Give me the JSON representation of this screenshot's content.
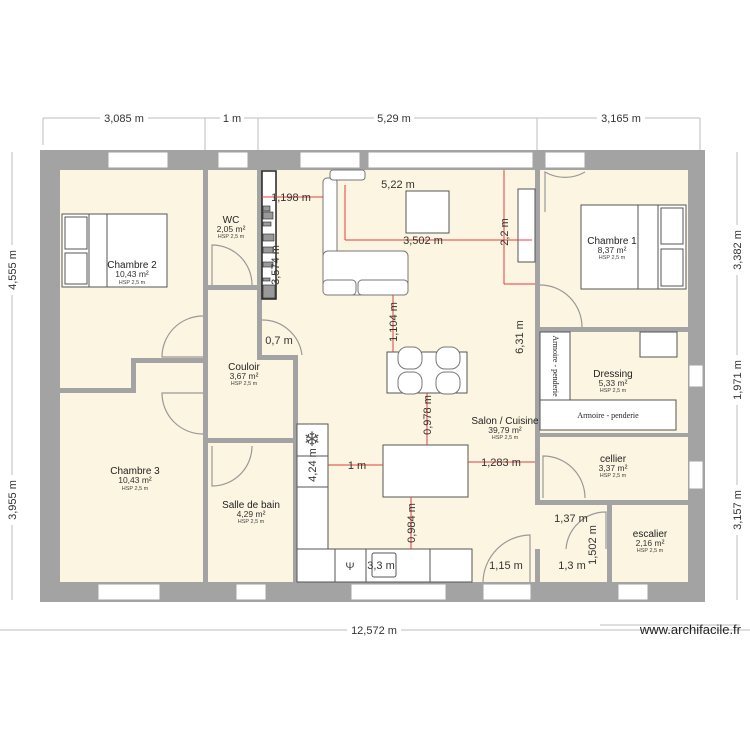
{
  "colors": {
    "wall": "#a3a3a3",
    "floor": "#fcf5e1",
    "dimension_red": "#e04040"
  },
  "rooms": [
    {
      "name": "Chambre 2",
      "area": "10,43 m²",
      "hsp": "HSP 2,5 m"
    },
    {
      "name": "WC",
      "area": "2,05 m²",
      "hsp": "HSP 2,5 m"
    },
    {
      "name": "Couloir",
      "area": "3,67 m²",
      "hsp": "HSP 2,5 m"
    },
    {
      "name": "Chambre 3",
      "area": "10,43 m²",
      "hsp": "HSP 2,5 m"
    },
    {
      "name": "Salle de bain",
      "area": "4,29 m²",
      "hsp": "HSP 2,5 m"
    },
    {
      "name": "Salon / Cuisine",
      "area": "39,79 m²",
      "hsp": "HSP 2,5 m"
    },
    {
      "name": "Chambre 1",
      "area": "8,37 m²",
      "hsp": "HSP 2,5 m"
    },
    {
      "name": "Dressing",
      "area": "5,33 m²",
      "hsp": "HSP 2,5 m"
    },
    {
      "name": "cellier",
      "area": "3,37 m²",
      "hsp": "HSP 2,5 m"
    },
    {
      "name": "escalier",
      "area": "2,16 m²",
      "hsp": "HSP 2,5 m"
    }
  ],
  "dimensions": {
    "top": [
      "3,085 m",
      "1 m",
      "5,29 m",
      "3,165 m"
    ],
    "left": [
      "4,555 m",
      "3,955 m"
    ],
    "right": [
      "3,382 m",
      "1,971 m",
      "3,157 m"
    ],
    "bottom": "12,572 m",
    "inner": [
      "5,22 m",
      "1,198 m",
      "3,502 m",
      "2,2 m",
      "3,574 m",
      "1,104 m",
      "0,7 m",
      "6,31 m",
      "0,978 m",
      "1 m",
      "1,283 m",
      "4,24 m",
      "0,984 m",
      "3,3 m",
      "1,15 m",
      "1,3 m",
      "1,37 m",
      "1,502 m"
    ]
  },
  "furniture_labels": {
    "armoire_vertical": "Armoire - penderie",
    "armoire_horizontal": "Armoire - penderie"
  },
  "watermark": "www.archifacile.fr"
}
